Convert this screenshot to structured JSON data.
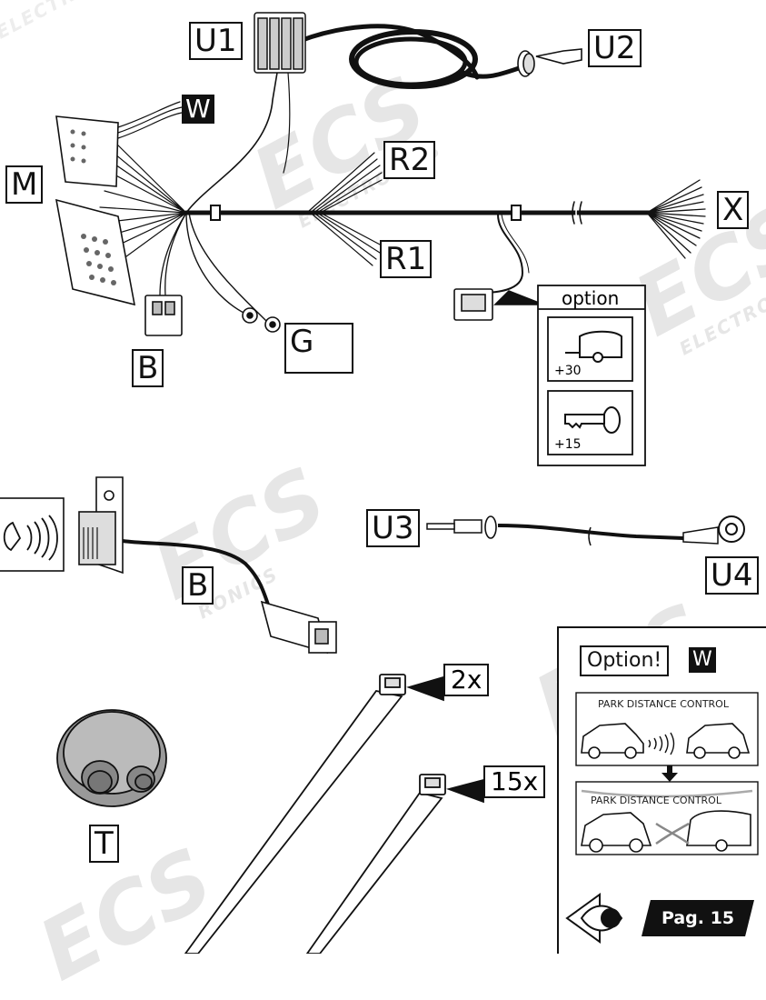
{
  "watermark": {
    "brand": "ECS",
    "sub": "ELECTRONICS",
    "sub_partial": "RONICS"
  },
  "labels": {
    "U1": "U1",
    "U2": "U2",
    "W": "W",
    "M": "M",
    "R2": "R2",
    "R1": "R1",
    "X": "X",
    "B_top": "B",
    "G": "G",
    "U3": "U3",
    "U4": "U4",
    "B_mid": "B",
    "T": "T"
  },
  "option_box": {
    "title": "option",
    "item1_value": "+30",
    "item2_value": "+15"
  },
  "ties": {
    "qty_a": "2x",
    "qty_b": "15x"
  },
  "pdc_panel": {
    "title": "Option!",
    "w_label": "W",
    "line1": "PARK DISTANCE CONTROL",
    "line2": "PARK DISTANCE CONTROL",
    "page": "Pag. 15"
  },
  "icons": [
    "trailer-icon",
    "key-icon",
    "ground-symbol-icon",
    "buzzer-sound-icon",
    "eye-icon",
    "arrow-down-icon"
  ]
}
